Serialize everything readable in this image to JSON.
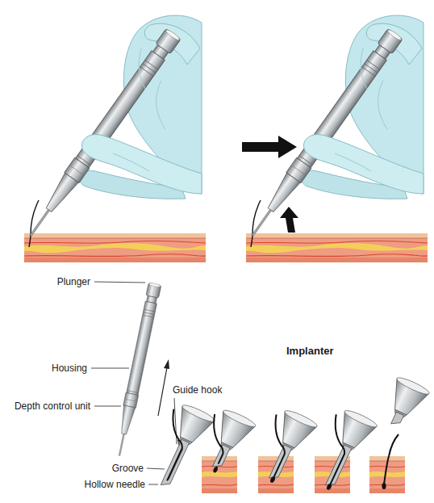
{
  "diagram": {
    "labels": [
      "Plunger",
      "Implanter",
      "Housing",
      "Guide hook",
      "Depth control unit",
      "Groove",
      "Hollow needle"
    ]
  }
}
